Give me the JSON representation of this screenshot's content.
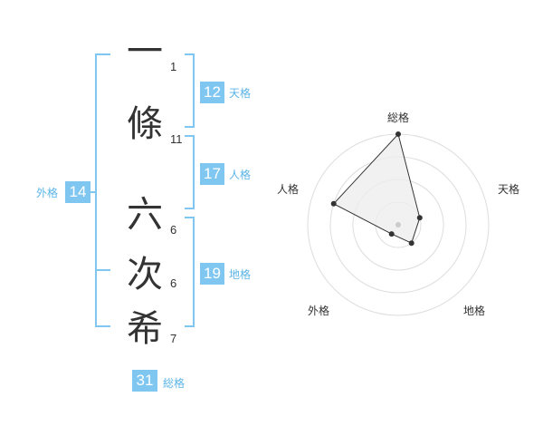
{
  "colors": {
    "accent": "#7fc7f1",
    "accent_text": "#5bb4e6",
    "text": "#333333",
    "grid": "#dddddd",
    "polygon_fill": "#eeeeee"
  },
  "name": {
    "characters": [
      {
        "char": "一",
        "strokes": "1"
      },
      {
        "char": "條",
        "strokes": "11"
      },
      {
        "char": "六",
        "strokes": "6"
      },
      {
        "char": "次",
        "strokes": "6"
      },
      {
        "char": "希",
        "strokes": "7"
      }
    ]
  },
  "grids": {
    "tenkaku": {
      "value": "12",
      "label": "天格"
    },
    "jinkaku": {
      "value": "17",
      "label": "人格"
    },
    "chikaku": {
      "value": "19",
      "label": "地格"
    },
    "gaikaku": {
      "value": "14",
      "label": "外格"
    },
    "soukaku": {
      "value": "31",
      "label": "総格"
    }
  },
  "chart_data": {
    "type": "radar",
    "axes": [
      "総格",
      "天格",
      "地格",
      "外格",
      "人格"
    ],
    "rings": 4,
    "max": 4,
    "values": [
      4,
      1,
      1,
      0.5,
      3
    ]
  }
}
